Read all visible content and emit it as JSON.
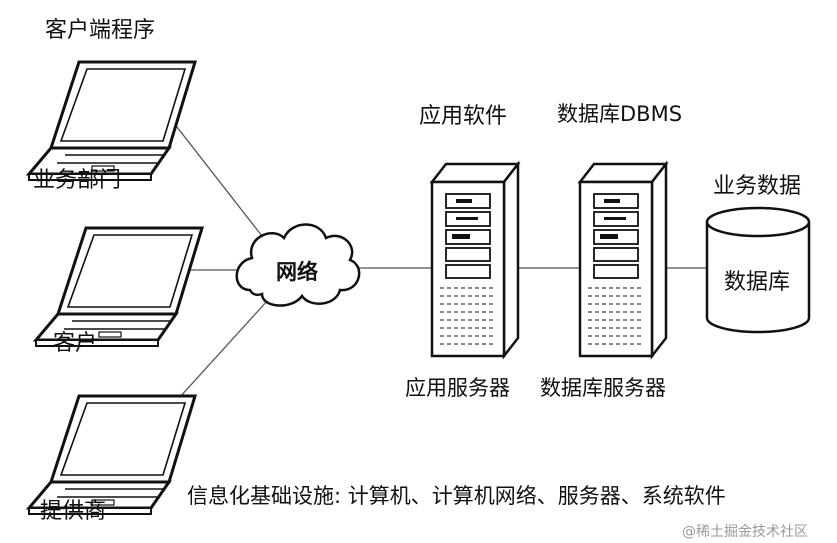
{
  "labels": {
    "client_program": "客户端程序",
    "business_dept": "业务部门",
    "customer": "客户",
    "supplier": "提供商",
    "network": "网络",
    "app_software": "应用软件",
    "dbms": "数据库DBMS",
    "business_data": "业务数据",
    "database": "数据库",
    "app_server": "应用服务器",
    "db_server": "数据库服务器",
    "infrastructure": "信息化基础设施: 计算机、计算机网络、服务器、系统软件"
  },
  "watermark": "@稀土掘金技术社区",
  "colors": {
    "stroke": "#111111",
    "muted": "#9a9a9a",
    "background": "#ffffff"
  }
}
